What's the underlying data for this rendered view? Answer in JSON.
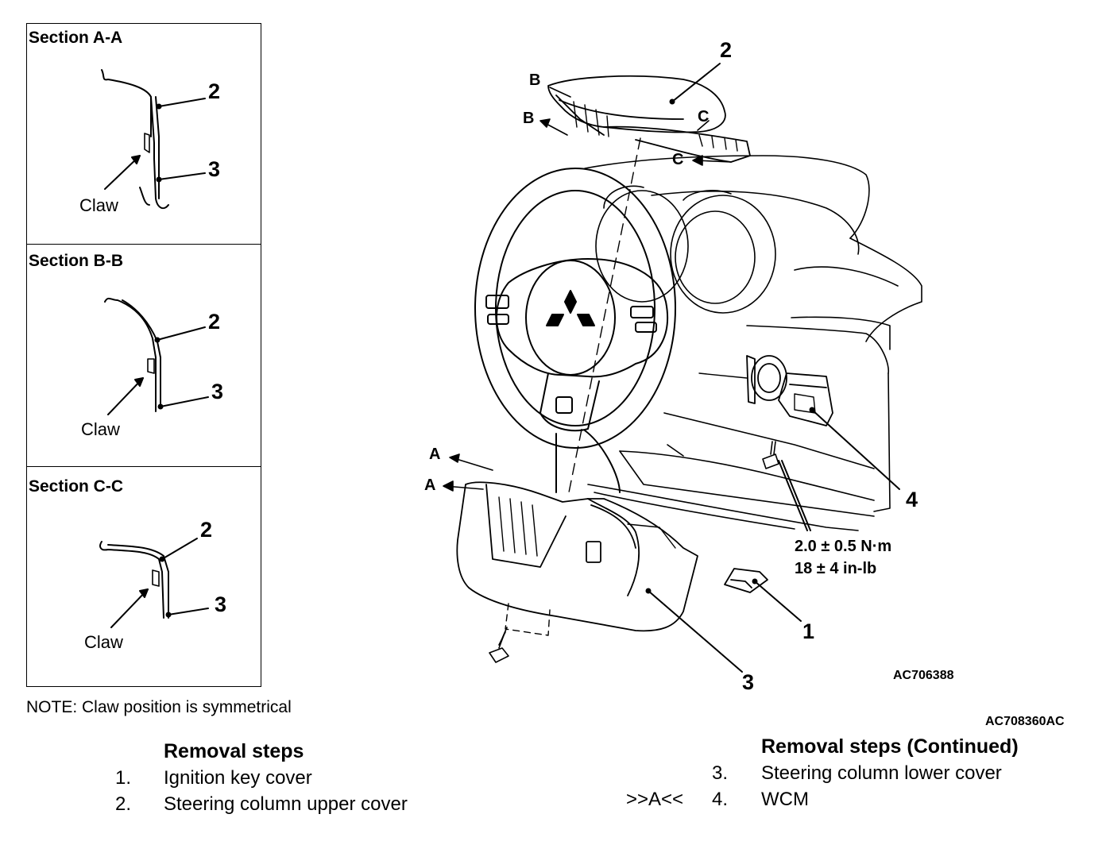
{
  "sections": [
    {
      "title": "Section A-A",
      "callout_upper": "2",
      "callout_lower": "3",
      "claw_label": "Claw"
    },
    {
      "title": "Section B-B",
      "callout_upper": "2",
      "callout_lower": "3",
      "claw_label": "Claw"
    },
    {
      "title": "Section C-C",
      "callout_upper": "2",
      "callout_lower": "3",
      "claw_label": "Claw"
    }
  ],
  "note": "NOTE: Claw position is symmetrical",
  "main_diagram": {
    "callouts": {
      "c1": "1",
      "c2": "2",
      "c3": "3",
      "c4": "4"
    },
    "section_markers": {
      "a": "A",
      "b": "B",
      "c": "C"
    },
    "torque_line1": "2.0 ± 0.5 N·m",
    "torque_line2": "18 ± 4 in-lb",
    "inner_code": "AC706388",
    "figure_code": "AC708360AC"
  },
  "removal_steps": {
    "title": "Removal steps",
    "items": [
      {
        "num": "1.",
        "label": "Ignition key cover",
        "marker": ""
      },
      {
        "num": "2.",
        "label": "Steering column upper cover",
        "marker": ""
      }
    ]
  },
  "removal_steps_continued": {
    "title": "Removal steps (Continued)",
    "items": [
      {
        "num": "3.",
        "label": "Steering column lower cover",
        "marker": ""
      },
      {
        "num": "4.",
        "label": "WCM",
        "marker": ">>A<<"
      }
    ]
  }
}
